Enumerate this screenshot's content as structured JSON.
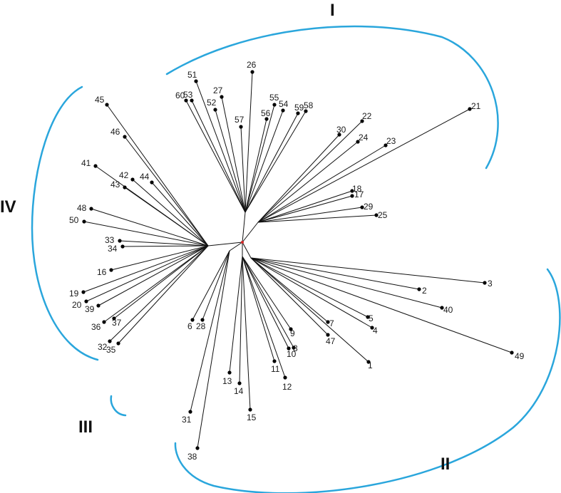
{
  "colors": {
    "arc": "#2aa6dc",
    "root": "#d42a2a",
    "branch": "#111111"
  },
  "groups": [
    "I",
    "II",
    "III",
    "IV"
  ],
  "leaves": [
    "1",
    "2",
    "3",
    "4",
    "5",
    "6",
    "7",
    "8",
    "9",
    "10",
    "11",
    "12",
    "13",
    "14",
    "15",
    "16",
    "17",
    "18",
    "19",
    "20",
    "21",
    "22",
    "23",
    "24",
    "25",
    "26",
    "27",
    "28",
    "29",
    "30",
    "31",
    "32",
    "33",
    "34",
    "35",
    "36",
    "37",
    "38",
    "39",
    "40",
    "41",
    "42",
    "43",
    "44",
    "45",
    "46",
    "47",
    "48",
    "49",
    "50",
    "51",
    "52",
    "53",
    "54",
    "55",
    "56",
    "57",
    "58",
    "59",
    "60"
  ]
}
